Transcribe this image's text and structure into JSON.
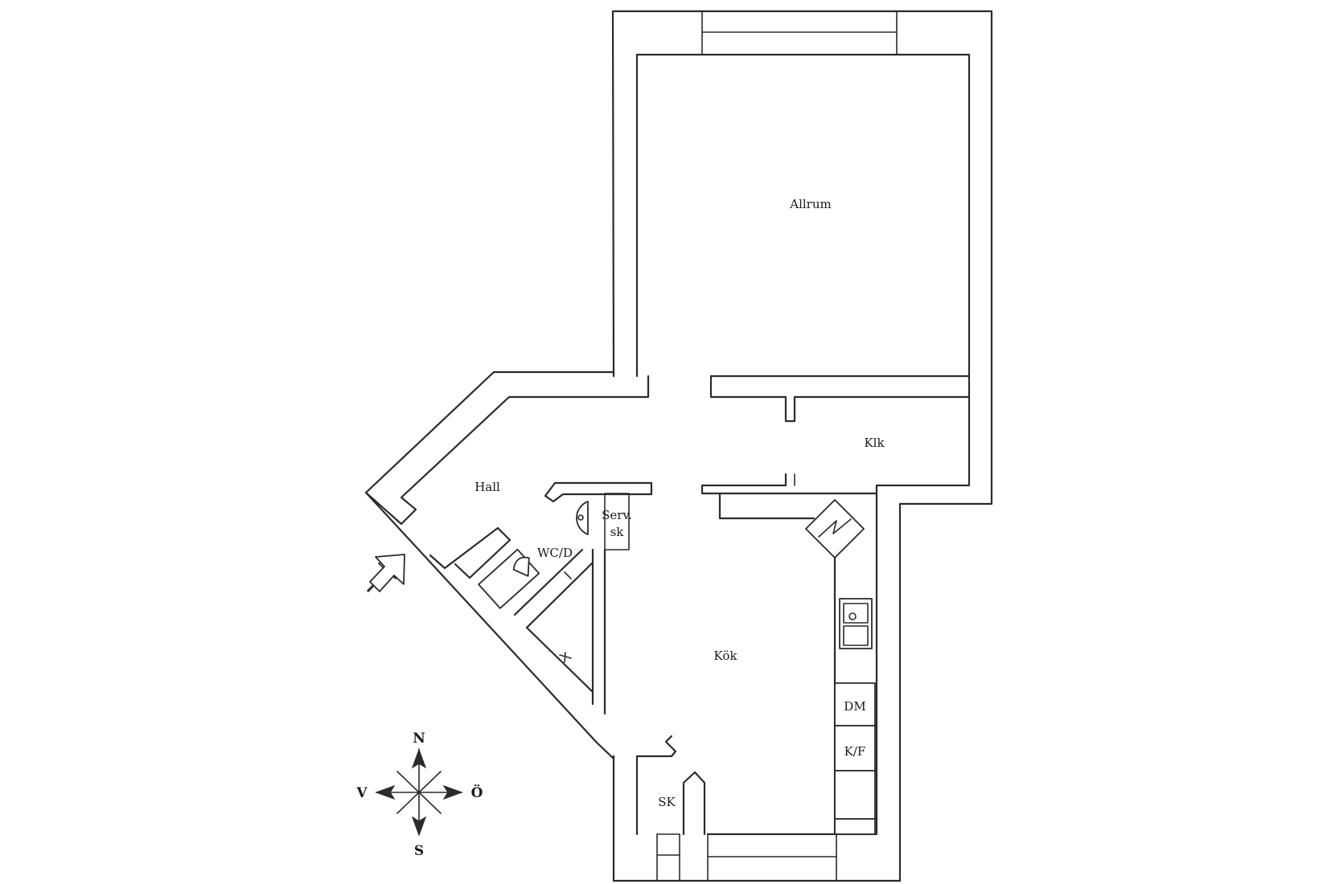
{
  "rooms": {
    "allrum": "Allrum",
    "klk": "Klk",
    "hall": "Hall",
    "wc": "WC/D",
    "serv_line1": "Serv.",
    "serv_line2": "sk",
    "kok": "Kök",
    "sk": "SK",
    "dm": "DM",
    "kf": "K/F"
  },
  "compass": {
    "north": "N",
    "south": "S",
    "west": "V",
    "east": "Ö"
  }
}
